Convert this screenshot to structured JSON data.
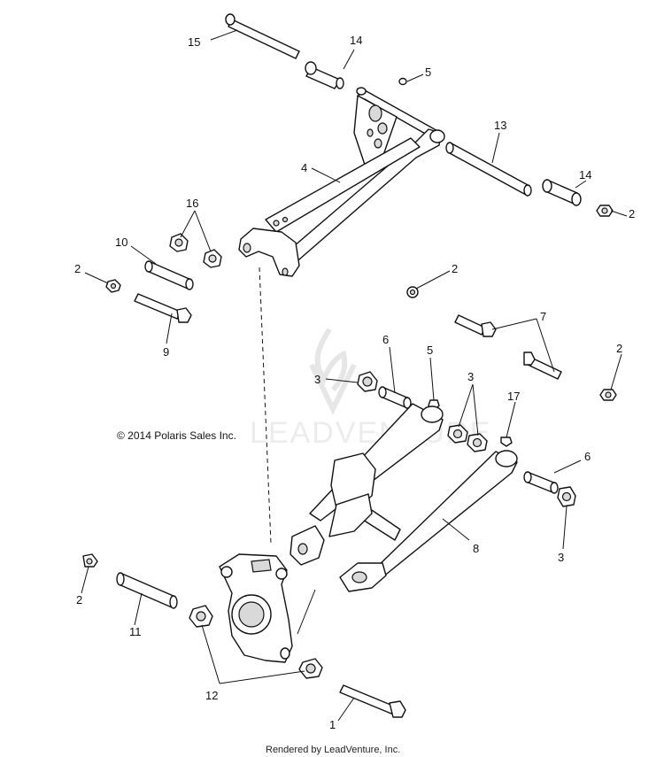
{
  "copyright": "© 2014 Polaris Sales Inc.",
  "footer": "Rendered by LeadVenture, Inc.",
  "watermark": "LEADVENTURE",
  "callouts": [
    "15",
    "14",
    "5",
    "13",
    "4",
    "14",
    "2",
    "16",
    "10",
    "2",
    "2",
    "9",
    "6",
    "5",
    "3",
    "7",
    "2",
    "3",
    "17",
    "6",
    "8",
    "3",
    "2",
    "11",
    "12",
    "1"
  ]
}
